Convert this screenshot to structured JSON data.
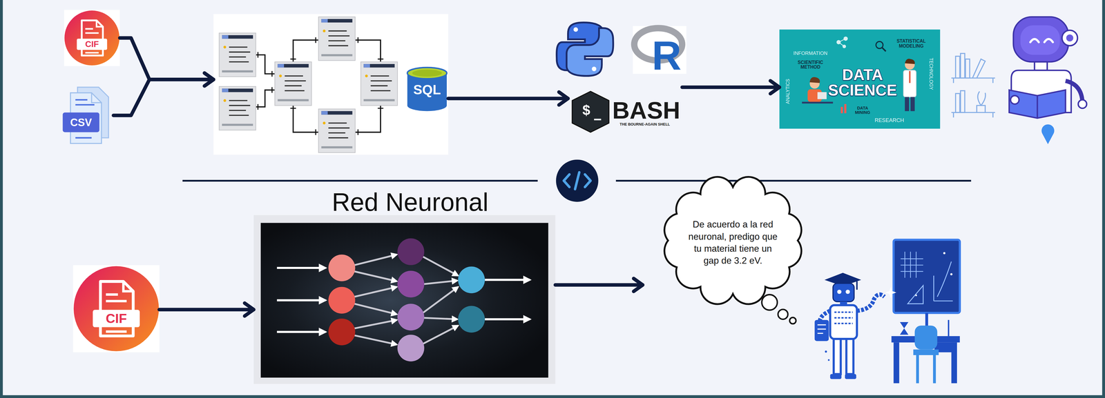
{
  "diagram": {
    "nodes": [
      {
        "text": [
          "CIF"
        ]
      },
      {
        "text": [
          "CSV"
        ]
      },
      {
        "text": [
          "SQL"
        ]
      },
      {
        "text": [
          "R"
        ]
      },
      {
        "text": [
          "BASH",
          "THE BOURNE-AGAIN SHELL"
        ]
      },
      {
        "text": [
          "INFORMATION",
          "SCIENTIFIC METHOD",
          "ANALYTICS",
          "DATA SCIENCE",
          "STATISTICAL MODELING",
          "TECHNOLOGY",
          "DATA MINING",
          "RESEARCH"
        ]
      },
      {
        "text": [
          "CIF"
        ]
      },
      {
        "text": [
          "Red Neuronal"
        ]
      },
      {
        "text": [
          "De acuerdo a la red neuronal, predigo que tu material tiene un gap de 3.2 eV."
        ]
      }
    ],
    "edges": [
      {
        "from": 0,
        "to": 2,
        "arrow": "to"
      },
      {
        "from": 1,
        "to": 2,
        "arrow": "to"
      },
      {
        "from": 2,
        "to": 4,
        "arrow": "to"
      },
      {
        "from": 4,
        "to": 5,
        "arrow": "to"
      },
      {
        "from": 6,
        "to": 7,
        "arrow": "to"
      },
      {
        "from": 7,
        "to": 8,
        "arrow": "to"
      }
    ],
    "labels": [
      "$"
    ]
  }
}
